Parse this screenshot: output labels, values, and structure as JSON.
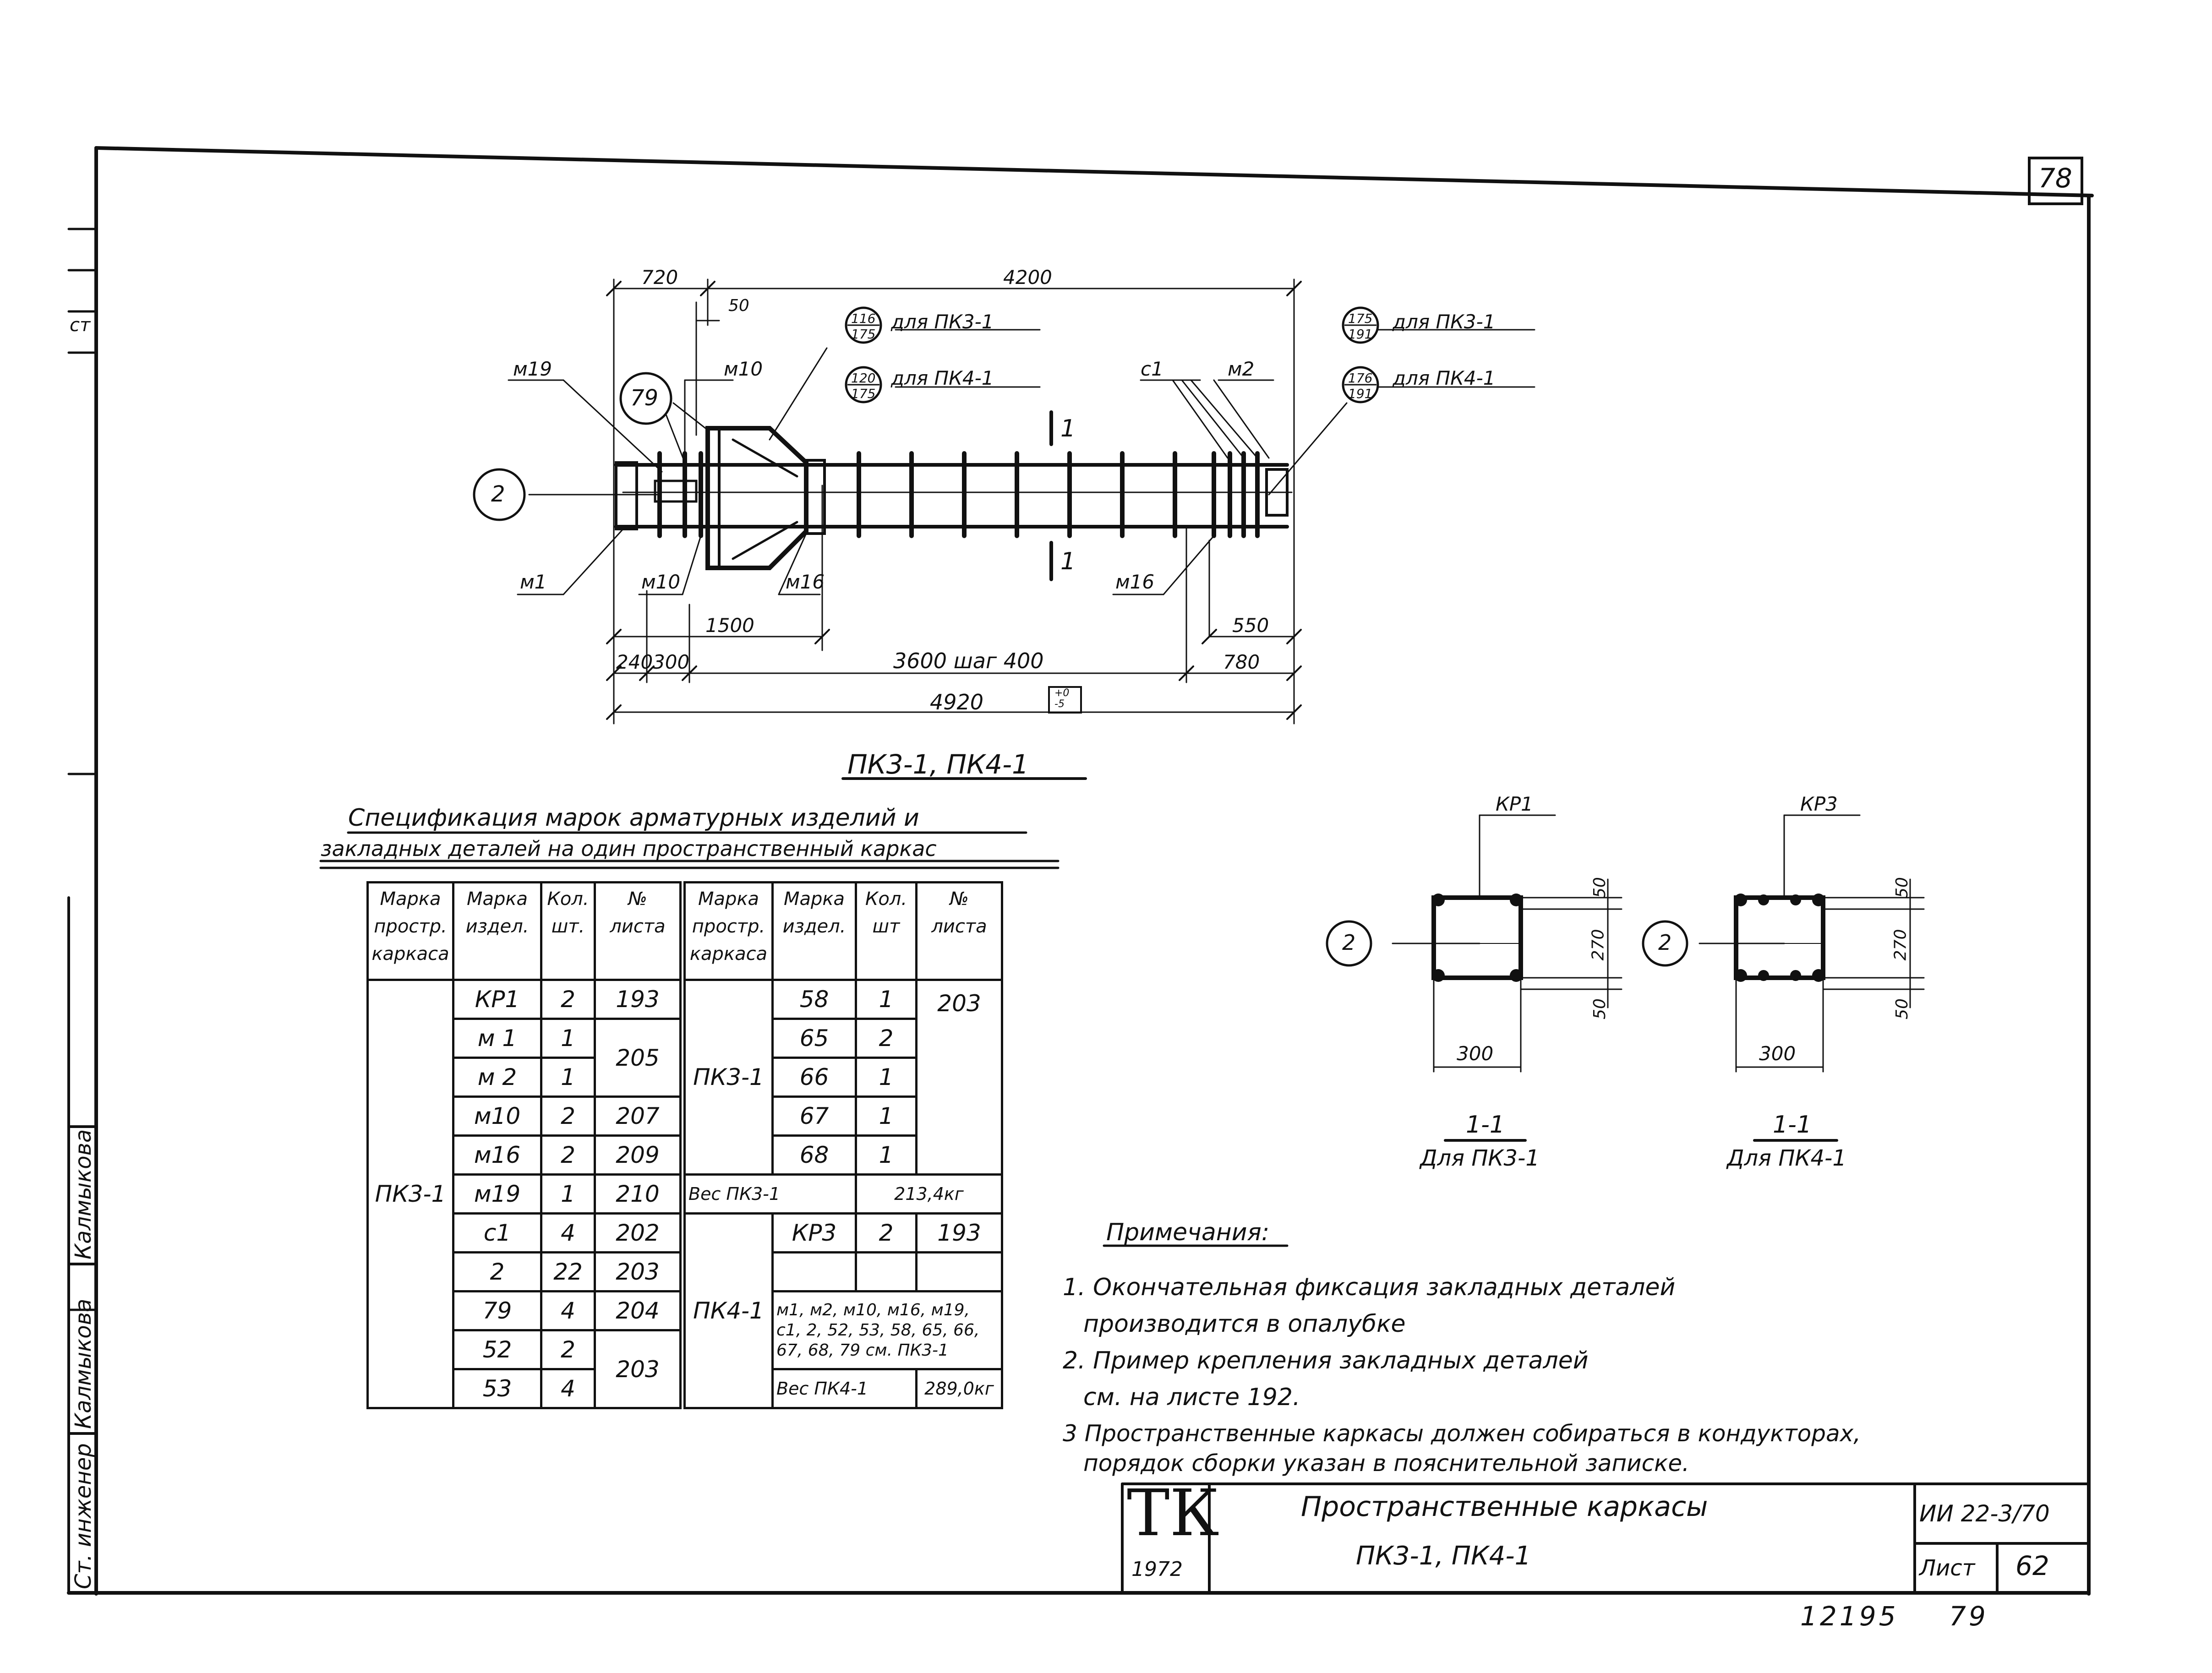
{
  "sheet_corner_number": "78",
  "sheet_code_right": "ИИ 22-3/70",
  "sheet_label": "Лист",
  "sheet_number": "62",
  "bottom_numbers": {
    "archive": "12195",
    "page": "79"
  },
  "stamp": {
    "logo": "ТК",
    "year": "1972",
    "title_line1": "Пространственные каркасы",
    "title_line2": "ПК3-1, ПК4-1"
  },
  "side_strip": {
    "role": "Ст. инженер",
    "signature": "Калмыкова",
    "name": "Калмыкова",
    "fragment": "ст"
  },
  "main_drawing": {
    "title": "ПК3-1, ПК4-1",
    "dimensions": {
      "d720": "720",
      "d4200": "4200",
      "d50": "50",
      "d1500": "1500",
      "d550": "550",
      "d240": "240",
      "d300": "300",
      "d3600": "3600 шаг 400",
      "d780": "780",
      "d4920": "4920",
      "tolerance": "+0\n-5"
    },
    "labels": {
      "m19": "м19",
      "m10_top": "м10",
      "c1": "с1",
      "m2": "м2",
      "m1": "м1",
      "m10_bot": "м10",
      "m16_left": "м16",
      "m16_right": "м16",
      "section1": "1",
      "bubble2": "2",
      "bubble79": "79"
    },
    "callouts": {
      "left_a_num": "116",
      "left_a_den": "175",
      "left_a_text": "для ПК3-1",
      "left_b_num": "120",
      "left_b_den": "175",
      "left_b_text": "для ПК4-1",
      "right_a_num": "175",
      "right_a_den": "191",
      "right_a_text": "для ПК3-1",
      "right_b_num": "176",
      "right_b_den": "191",
      "right_b_text": "для ПК4-1"
    }
  },
  "sections": [
    {
      "mark": "КР1",
      "section": "1-1",
      "caption": "Для ПК3-1",
      "bubble": "2",
      "d50a": "50",
      "d270": "270",
      "d50b": "50",
      "d300": "300"
    },
    {
      "mark": "КР3",
      "section": "1-1",
      "caption": "Для ПК4-1",
      "bubble": "2",
      "d50a": "50",
      "d270": "270",
      "d50b": "50",
      "d300": "300"
    }
  ],
  "spec": {
    "title_line1": "Спецификация марок арматурных изделий и",
    "title_line2": "закладных деталей на один пространственный каркас",
    "headers": [
      "Марка простр. каркаса",
      "Марка издел.",
      "Кол. шт.",
      "№ листа",
      "Марка простр. каркаса",
      "Марка издел.",
      "Кол. шт",
      "№ листа"
    ],
    "left_frame": "ПК3-1",
    "left_rows": [
      {
        "mark": "КР1",
        "qty": "2",
        "sheet": "193"
      },
      {
        "mark": "м 1",
        "qty": "1",
        "sheet": "205"
      },
      {
        "mark": "м 2",
        "qty": "1",
        "sheet": ""
      },
      {
        "mark": "м10",
        "qty": "2",
        "sheet": "207"
      },
      {
        "mark": "м16",
        "qty": "2",
        "sheet": "209"
      },
      {
        "mark": "м19",
        "qty": "1",
        "sheet": "210"
      },
      {
        "mark": "с1",
        "qty": "4",
        "sheet": "202"
      },
      {
        "mark": "2",
        "qty": "22",
        "sheet": "203"
      },
      {
        "mark": "79",
        "qty": "4",
        "sheet": "204"
      },
      {
        "mark": "52",
        "qty": "2",
        "sheet": "203"
      },
      {
        "mark": "53",
        "qty": "4",
        "sheet": ""
      }
    ],
    "right_frame_a": "ПК3-1",
    "right_rows_a": [
      {
        "mark": "58",
        "qty": "1"
      },
      {
        "mark": "65",
        "qty": "2"
      },
      {
        "mark": "66",
        "qty": "1"
      },
      {
        "mark": "67",
        "qty": "1"
      },
      {
        "mark": "68",
        "qty": "1"
      }
    ],
    "right_sheet_a": "203",
    "weight_a_label": "Вес ПК3-1",
    "weight_a_value": "213,4кг",
    "right_frame_b": "ПК4-1",
    "right_row_b": {
      "mark": "КР3",
      "qty": "2",
      "sheet": "193"
    },
    "right_list_b": "м1, м2, м10, м16, м19, с1, 2, 52, 53, 58, 65, 66, 67, 68, 79 см. ПК3-1",
    "weight_b_label": "Вес ПК4-1",
    "weight_b_value": "289,0кг"
  },
  "notes": {
    "title": "Примечания:",
    "items": [
      "1. Окончательная фиксация закладных деталей",
      "производится в опалубке",
      "2. Пример крепления закладных деталей",
      "см. на листе 192.",
      "3 Пространственные каркасы должен собираться в кондукторах,",
      "порядок сборки указан в пояснительной записке."
    ]
  }
}
